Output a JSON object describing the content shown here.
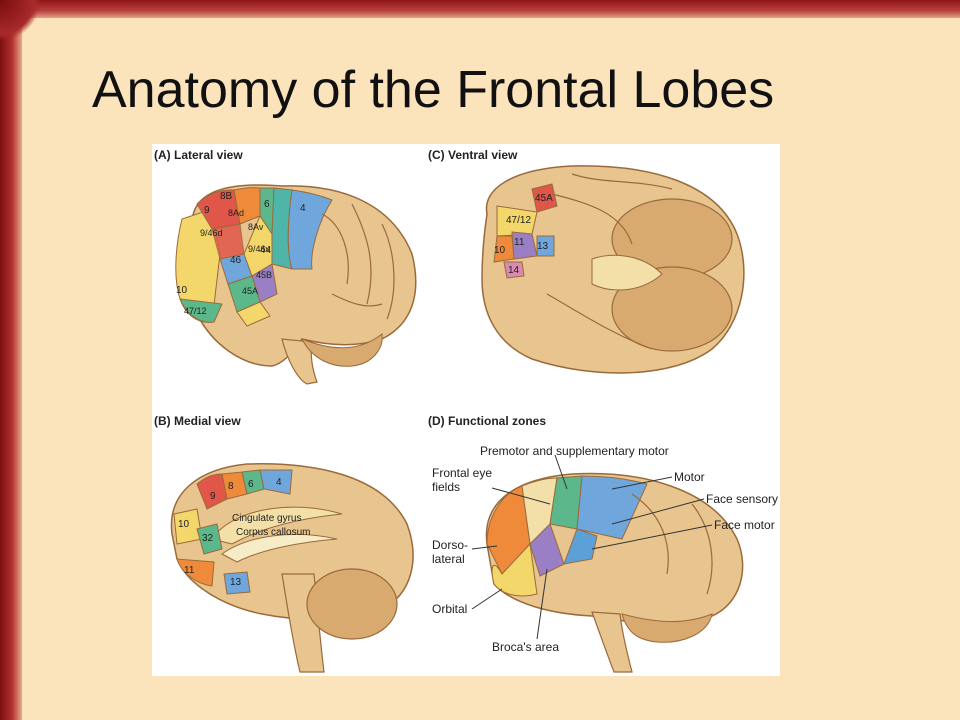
{
  "slide": {
    "title": "Anatomy of the Frontal Lobes"
  },
  "figure": {
    "panels": {
      "a": "(A)  Lateral view",
      "b": "(B)  Medial view",
      "c": "(C)  Ventral view",
      "d": "(D)  Functional zones"
    },
    "lateral_areas": [
      "8B",
      "9",
      "8Ad",
      "6",
      "4",
      "9/46d",
      "8Av",
      "46",
      "9/46v",
      "44",
      "10",
      "45B",
      "45A",
      "47/12"
    ],
    "medial_areas": [
      "8",
      "9",
      "6",
      "4",
      "10",
      "32",
      "11",
      "13"
    ],
    "medial_structures": [
      "Cingulate gyrus",
      "Corpus callosum"
    ],
    "ventral_areas": [
      "45A",
      "47/12",
      "11",
      "13",
      "10",
      "14"
    ],
    "functional_zones": {
      "premotor": "Premotor and supplementary motor",
      "frontal_eye_1": "Frontal eye",
      "frontal_eye_2": "fields",
      "motor": "Motor",
      "face_sensory": "Face sensory",
      "face_motor": "Face motor",
      "dorsolateral_1": "Dorso-",
      "dorsolateral_2": "lateral",
      "orbital": "Orbital",
      "broca": "Broca's area"
    }
  },
  "colors": {
    "frame": "#a52a2a",
    "background": "#fbe3bb",
    "brain": "#e8c48f",
    "red": "#e0574a",
    "orange": "#ef8a3a",
    "yellow": "#f3d76a",
    "green": "#5cb88a",
    "teal": "#4fb5a8",
    "blue": "#6fa6dc",
    "purple": "#9a7fc4",
    "pink": "#d98ab0"
  }
}
